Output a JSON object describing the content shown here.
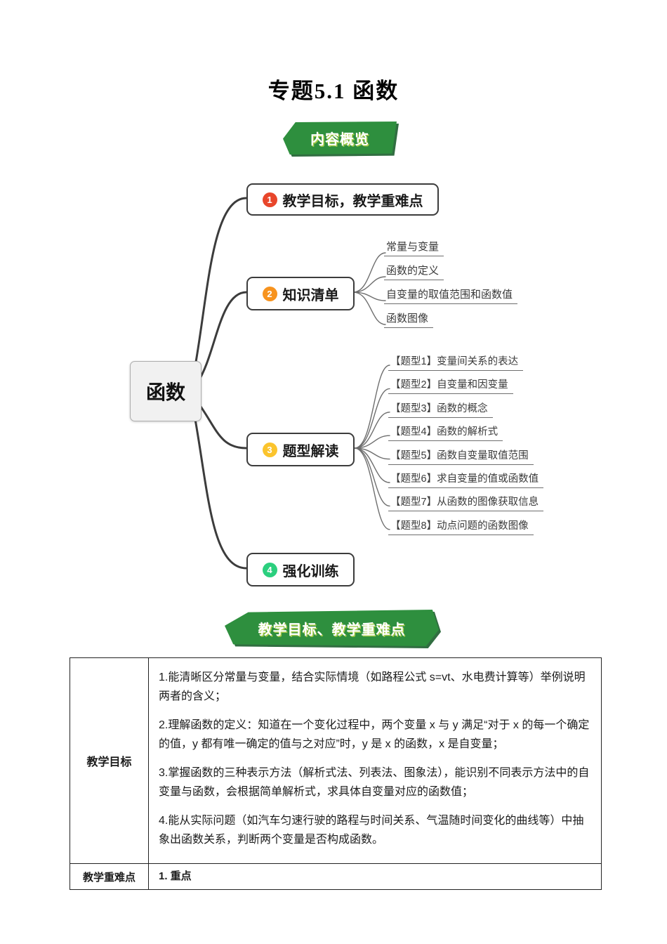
{
  "page": {
    "title": "专题5.1 函数"
  },
  "banners": {
    "overview": "内容概览",
    "objectives": "教学目标、教学重难点"
  },
  "colors": {
    "banner_green": "#2e8f3e",
    "banner_shadow_green": "#1b5e2c",
    "branch1_red": "#e8462b",
    "branch2_orange": "#f7931e",
    "branch3_gold": "#fbc42d",
    "branch4_green": "#2bcf7e"
  },
  "mindmap": {
    "root": "函数",
    "branches": [
      {
        "num": "1",
        "label": "教学目标，教学重难点",
        "color": "#e8462b",
        "children": []
      },
      {
        "num": "2",
        "label": "知识清单",
        "color": "#f7931e",
        "children": [
          "常量与变量",
          "函数的定义",
          "自变量的取值范围和函数值",
          "函数图像"
        ]
      },
      {
        "num": "3",
        "label": "题型解读",
        "color": "#fbc42d",
        "children": [
          "【题型1】变量间关系的表达",
          "【题型2】自变量和因变量",
          "【题型3】函数的概念",
          "【题型4】函数的解析式",
          "【题型5】函数自变量取值范围",
          "【题型6】求自变量的值或函数值",
          "【题型7】从函数的图像获取信息",
          "【题型8】动点问题的函数图像"
        ]
      },
      {
        "num": "4",
        "label": "强化训练",
        "color": "#2bcf7e",
        "children": []
      }
    ]
  },
  "table": {
    "rows": [
      {
        "header": "教学目标",
        "paragraphs": [
          "1.能清晰区分常量与变量，结合实际情境（如路程公式 s=vt、水电费计算等）举例说明两者的含义；",
          "2.理解函数的定义：知道在一个变化过程中，两个变量 x 与 y 满足“对于 x 的每一个确定的值，y 都有唯一确定的值与之对应”时，y 是 x 的函数，x 是自变量；",
          "3.掌握函数的三种表示方法（解析式法、列表法、图象法），能识别不同表示方法中的自变量与函数，会根据简单解析式，求具体自变量对应的函数值；",
          "4.能从实际问题（如汽车匀速行驶的路程与时间关系、气温随时间变化的曲线等）中抽象出函数关系，判断两个变量是否构成函数。"
        ]
      },
      {
        "header": "教学重难点",
        "paragraphs": [
          "1. 重点"
        ]
      }
    ]
  }
}
